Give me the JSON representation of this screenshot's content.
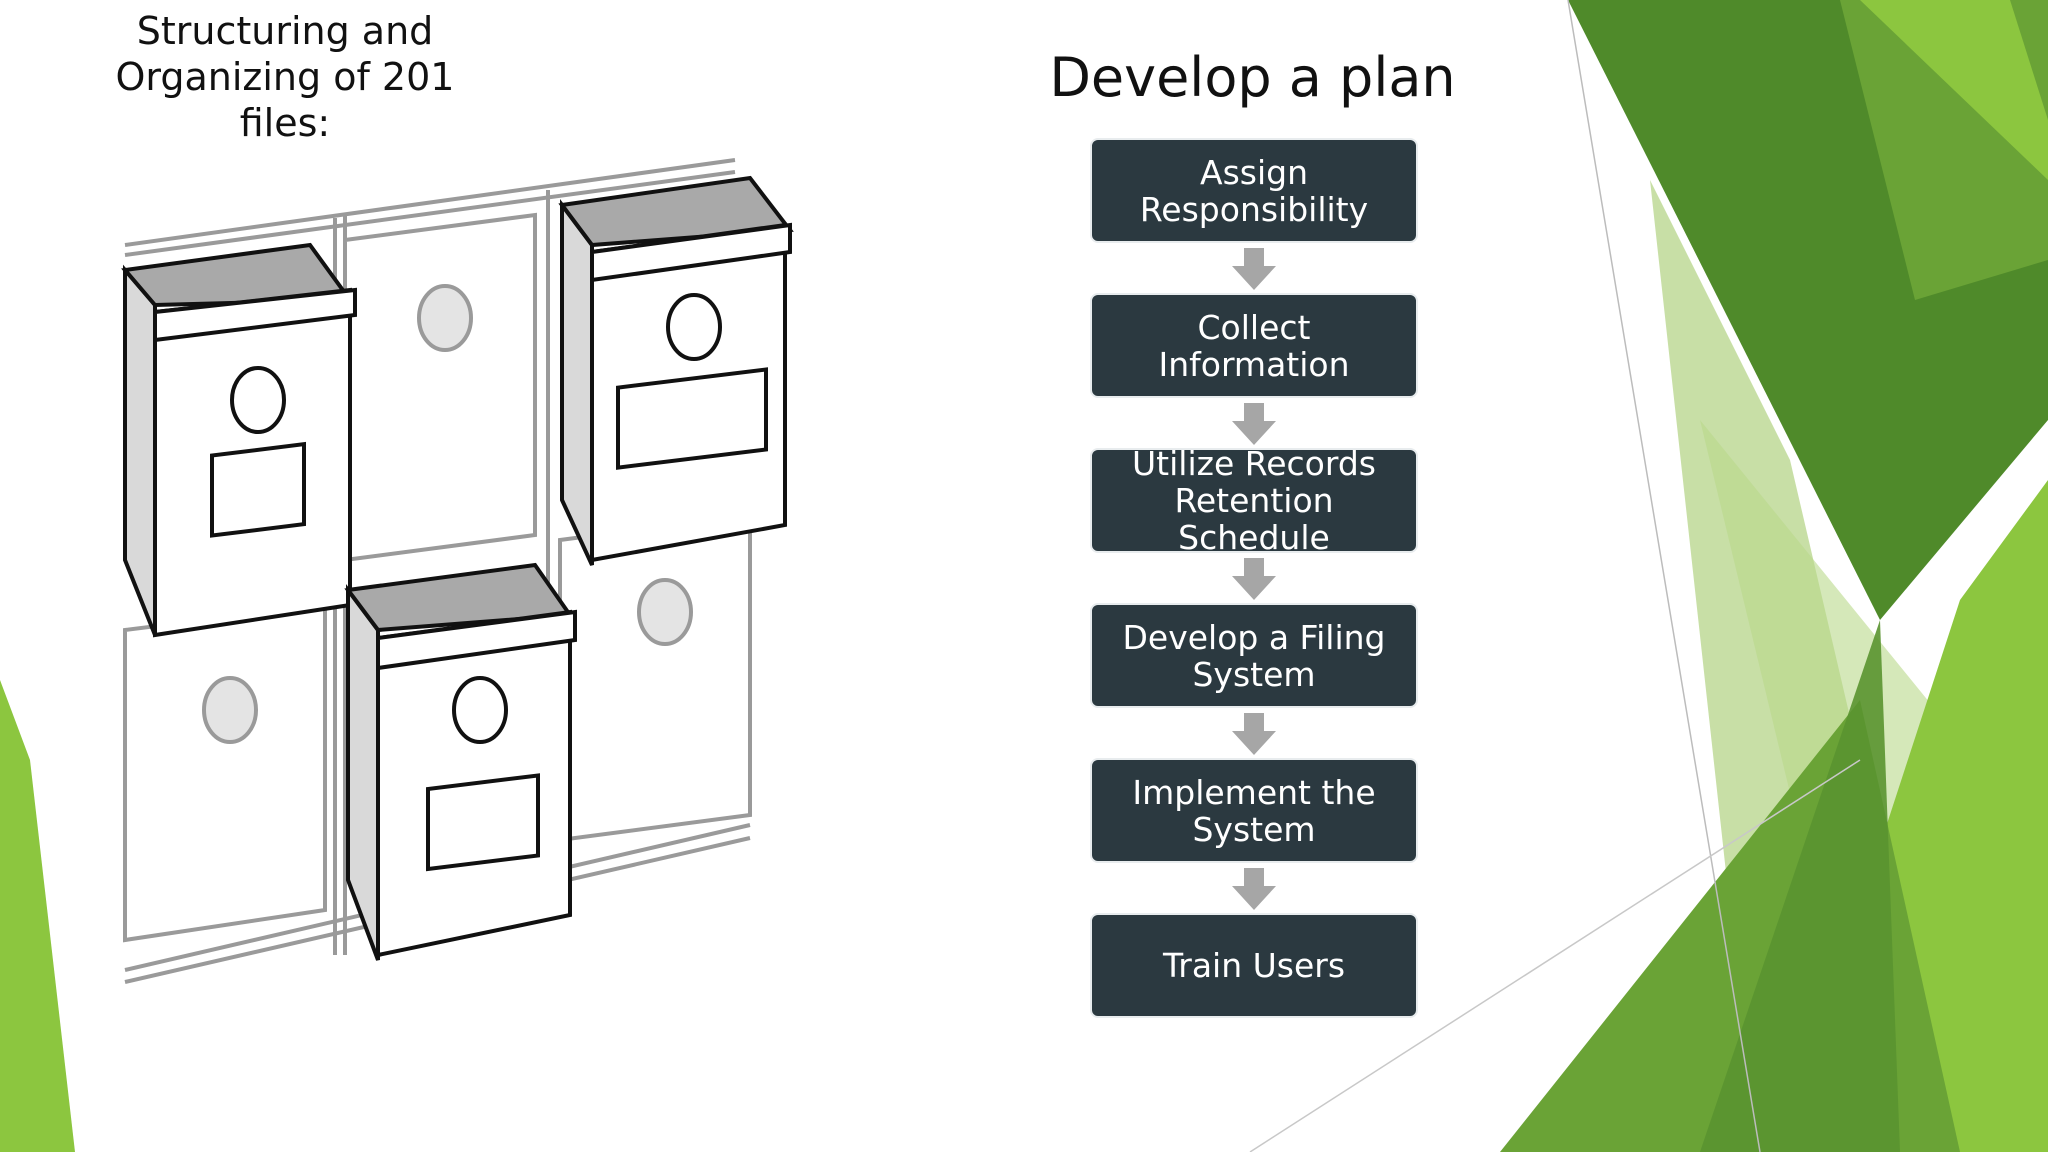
{
  "slide": {
    "caption": "Structuring and Organizing of 201 files:",
    "title": "Develop a plan",
    "steps": [
      "Assign Responsibility",
      "Collect Information",
      "Utilize Records Retention Schedule",
      "Develop a Filing System",
      "Implement the System",
      "Train Users"
    ]
  },
  "colors": {
    "step_box": "#2b3940",
    "step_text": "#ffffff",
    "arrow": "#a6a6a6",
    "green_light": "#8cc63f",
    "green_mid": "#6aa336",
    "green_dark": "#4f8a2a"
  },
  "icons": {
    "illustration": "file-cabinet-drawers-icon",
    "connector": "down-arrow-icon"
  }
}
